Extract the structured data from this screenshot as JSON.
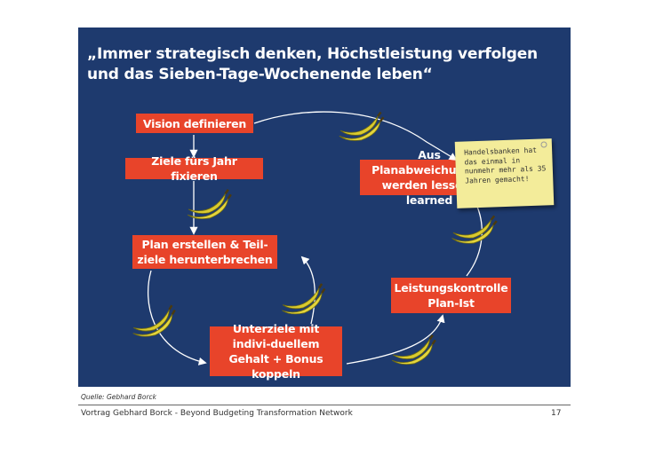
{
  "title": "„Immer strategisch denken, Höchstleistung verfolgen und das Sieben-Tage-Wochenende leben“",
  "boxes": {
    "vision": "Vision definieren",
    "ziele": "Ziele fürs Jahr fixieren",
    "plan": "Plan erstellen & Teil-ziele herunterbrechen",
    "unterziele": "Unterziele mit indivi-duellem Gehalt + Bonus koppeln",
    "leistung": "Leistungskontrolle Plan-Ist",
    "planabweichung": "Aus Planabweichungen werden lessons learned"
  },
  "note": "Handelsbanken hat das einmal in nunmehr mehr als 35 Jahren gemacht!",
  "source": "Quelle: Gebhard Borck",
  "footer": "Vortrag Gebhard Borck - Beyond Budgeting Transformation Network",
  "page_number": "17",
  "icons": [
    "banana-icon",
    "arrow-icon",
    "pin-icon"
  ],
  "colors": {
    "background": "#1e3a6e",
    "box": "#e8442a",
    "banana": "#e0d23a",
    "note": "#f3ec9a"
  }
}
